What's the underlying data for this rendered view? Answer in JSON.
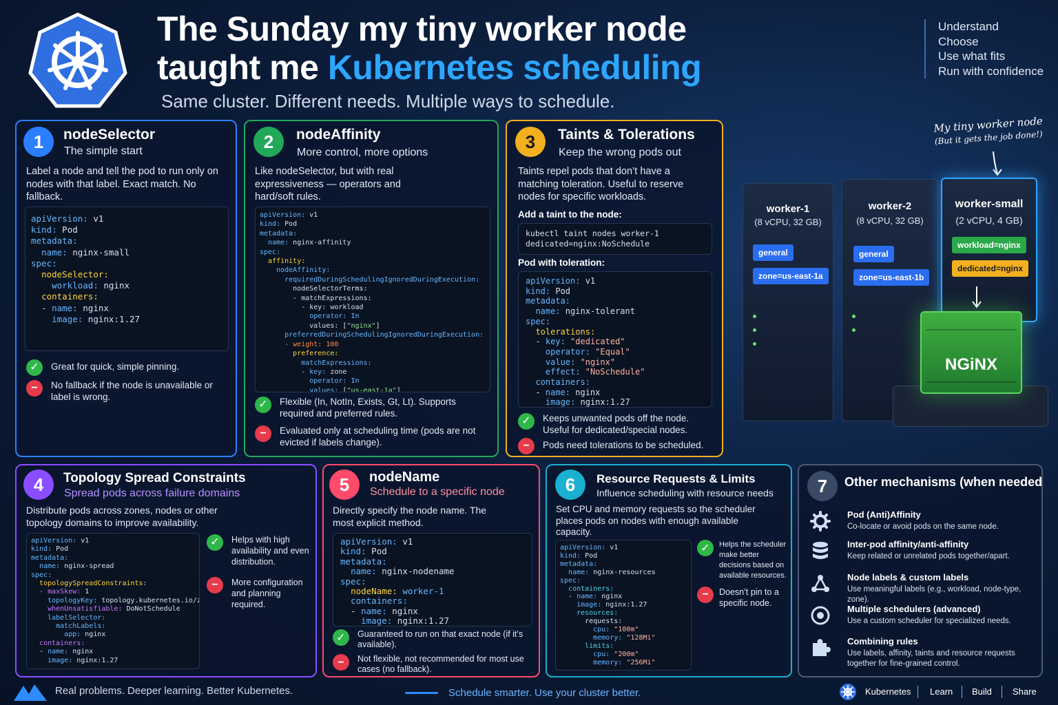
{
  "header": {
    "title_line1": "The Sunday my tiny worker node",
    "title_line2_plain": "taught me",
    "title_line2_highlight": "Kubernetes scheduling",
    "subtitle": "Same cluster. Different needs. Multiple ways to schedule.",
    "steps": [
      "Understand",
      "Choose",
      "Use what fits",
      "Run with confidence"
    ]
  },
  "colors": {
    "blue": "#2b7fff",
    "green": "#22a85a",
    "yellow": "#f2b01e",
    "purple": "#8a4dff",
    "pink": "#ff4a6a",
    "cyan": "#1ab0d0",
    "slate": "#4a5a78",
    "brand": "#2ea6ff"
  },
  "cards": {
    "c1": {
      "num": "1",
      "title": "nodeSelector",
      "subtitle": "The simple start",
      "desc": "Label a node and tell the pod to run only on nodes with that label. Exact match. No fallback.",
      "pros": [
        "Great for quick, simple pinning."
      ],
      "cons": [
        "No fallback if the node is unavailable or label is wrong."
      ]
    },
    "c2": {
      "num": "2",
      "title": "nodeAffinity",
      "subtitle": "More control, more options",
      "desc": "Like nodeSelector, but with real expressiveness — operators and hard/soft rules.",
      "pros": [
        "Flexible (In, NotIn, Exists, Gt, Lt). Supports required and preferred rules."
      ],
      "cons": [
        "Evaluated only at scheduling time (pods are not evicted if labels change)."
      ]
    },
    "c3": {
      "num": "3",
      "title": "Taints & Tolerations",
      "subtitle": "Keep the wrong pods out",
      "desc": "Taints repel pods that don’t have a matching toleration. Useful to reserve nodes for specific workloads.",
      "taint_label": "Add a taint to the node:",
      "taint_cmd_1": "kubectl taint nodes worker-1",
      "taint_cmd_2": "dedicated=nginx:NoSchedule",
      "tol_label": "Pod with toleration:",
      "pros": [
        "Keeps unwanted pods off the node. Useful for dedicated/special nodes."
      ],
      "cons": [
        "Pods need tolerations to be scheduled."
      ]
    },
    "c4": {
      "num": "4",
      "title": "Topology Spread Constraints",
      "subtitle": "Spread pods across failure domains",
      "desc": "Distribute pods across zones, nodes or other topology domains to improve availability.",
      "pros": [
        "Helps with high availability and even distribution."
      ],
      "cons": [
        "More configuration and planning required."
      ]
    },
    "c5": {
      "num": "5",
      "title": "nodeName",
      "subtitle": "Schedule to a specific node",
      "desc": "Directly specify the node name. The most explicit method.",
      "pros": [
        "Guaranteed to run on that exact node (if it’s available)."
      ],
      "cons": [
        "Not flexible, not recommended for most use cases (no fallback)."
      ]
    },
    "c6": {
      "num": "6",
      "title": "Resource Requests & Limits",
      "subtitle": "Influence scheduling with resource needs",
      "desc": "Set CPU and memory requests so the scheduler places pods on nodes with enough available capacity.",
      "pros": [
        "Helps the scheduler make better decisions based on available resources."
      ],
      "cons": [
        "Doesn’t pin to a specific node."
      ]
    },
    "c7": {
      "num": "7",
      "title": "Other mechanisms (when needed)",
      "items": [
        {
          "title": "Pod (Anti)Affinity",
          "desc": "Co-locate or avoid pods on the same node.",
          "icon": "gear-icon"
        },
        {
          "title": "Inter-pod affinity/anti-affinity",
          "desc": "Keep related or unrelated pods together/apart.",
          "icon": "database-icon"
        },
        {
          "title": "Node labels & custom labels",
          "desc": "Use meaningful labels (e.g., workload, node-type, zone).",
          "icon": "network-icon"
        },
        {
          "title": "Multiple schedulers (advanced)",
          "desc": "Use a custom scheduler for specialized needs.",
          "icon": "target-icon"
        },
        {
          "title": "Combining rules",
          "desc": "Use labels, affinity, taints and resource requests together for fine-grained control.",
          "icon": "puzzle-icon"
        }
      ]
    }
  },
  "illustration": {
    "note_line1": "My tiny worker node",
    "note_line2": "(But it gets the job done!)",
    "servers": [
      {
        "name": "worker-1",
        "spec": "(8 vCPU, 32 GB)",
        "tags": [
          "general",
          "zone=us-east-1a"
        ]
      },
      {
        "name": "worker-2",
        "spec": "(8 vCPU, 32 GB)",
        "tags": [
          "general",
          "zone=us-east-1b"
        ]
      },
      {
        "name": "worker-small",
        "spec": "(2 vCPU, 4 GB)",
        "tags": [
          "workload=nginx",
          "dedicated=nginx"
        ]
      }
    ],
    "container_label": "NGiNX"
  },
  "footer": {
    "left": "Real problems. Deeper learning. Better Kubernetes.",
    "center": "Schedule smarter. Use your cluster better.",
    "brand": "Kubernetes",
    "links": [
      "Learn",
      "Build",
      "Share"
    ]
  }
}
